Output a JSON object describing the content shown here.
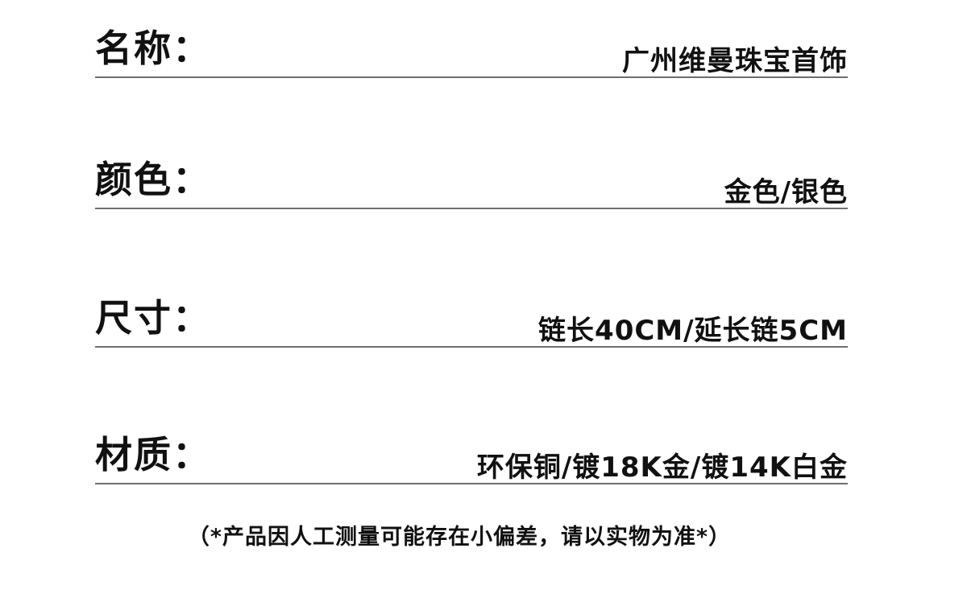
{
  "specs": {
    "name": {
      "label": "名称：",
      "value": "广州维曼珠宝首饰"
    },
    "color": {
      "label": "颜色：",
      "value": "金色/银色"
    },
    "size": {
      "label": "尺寸：",
      "value": "链长40CM/延长链5CM"
    },
    "material": {
      "label": "材质：",
      "value": "环保铜/镀18K金/镀14K白金"
    }
  },
  "footnote": "（*产品因人工测量可能存在小偏差，请以实物为准*）"
}
